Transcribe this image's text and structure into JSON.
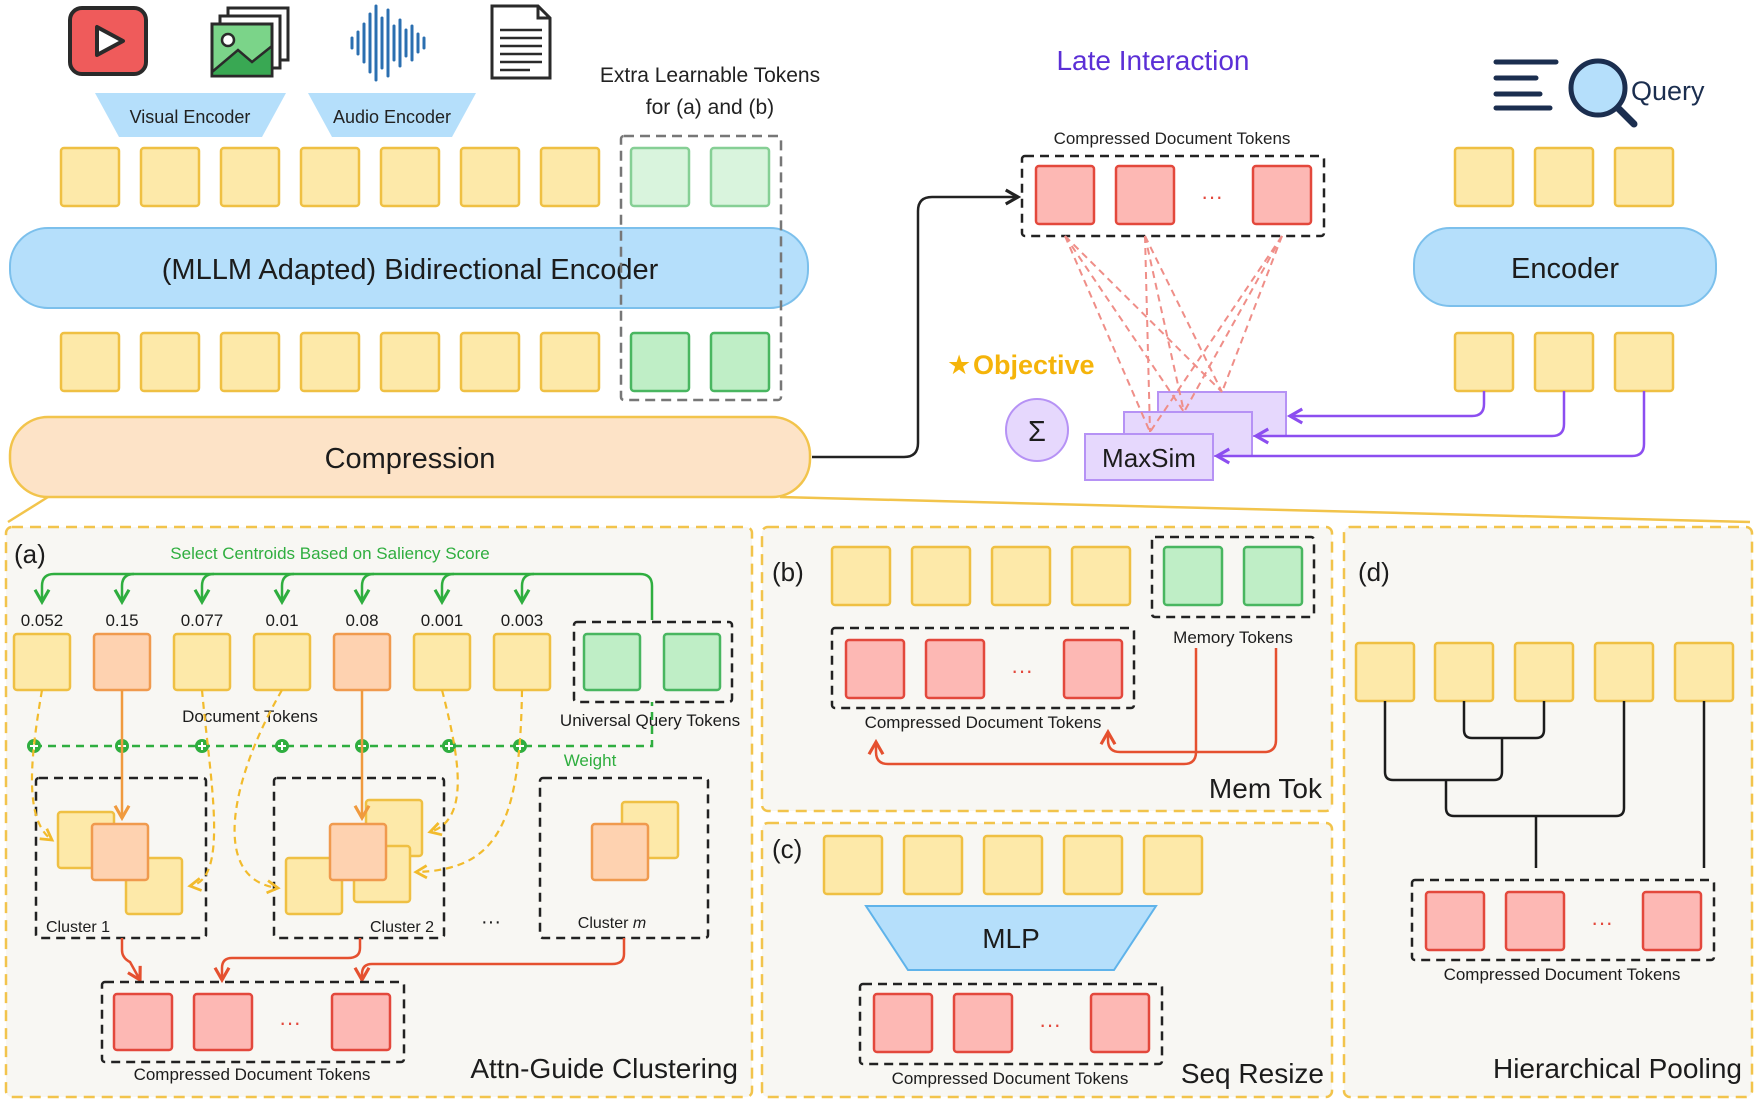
{
  "encoders": {
    "visual": "Visual Encoder",
    "audio": "Audio Encoder"
  },
  "extra_tokens": {
    "line1": "Extra Learnable Tokens",
    "line2": "for (a) and (b)"
  },
  "main_encoder": "(MLLM Adapted) Bidirectional Encoder",
  "compression": "Compression",
  "late_interaction": {
    "title": "Late Interaction",
    "compressed_tokens": "Compressed Document Tokens",
    "ellipsis": "···",
    "objective": "Objective",
    "objective_star": "★",
    "sigma": "Σ",
    "maxsim": "MaxSim"
  },
  "query": {
    "label": "Query",
    "encoder": "Encoder"
  },
  "panel_a": {
    "tag": "(a)",
    "select_label": "Select Centroids Based on Saliency Score",
    "scores": [
      "0.052",
      "0.15",
      "0.077",
      "0.01",
      "0.08",
      "0.001",
      "0.003"
    ],
    "doc_tokens": "Document Tokens",
    "universal_query": "Universal Query Tokens",
    "weight": "Weight",
    "cluster1": "Cluster 1",
    "cluster2": "Cluster 2",
    "cluster_m": "Cluster",
    "cluster_m_var": "m",
    "ellipsis": "···",
    "compressed": "Compressed Document Tokens",
    "title": "Attn-Guide Clustering"
  },
  "panel_b": {
    "tag": "(b)",
    "memory": "Memory Tokens",
    "compressed": "Compressed Document Tokens",
    "ellipsis": "···",
    "title": "Mem Tok"
  },
  "panel_c": {
    "tag": "(c)",
    "mlp": "MLP",
    "compressed": "Compressed Document Tokens",
    "ellipsis": "···",
    "title": "Seq Resize"
  },
  "panel_d": {
    "tag": "(d)",
    "compressed": "Compressed Document Tokens",
    "ellipsis": "···",
    "title": "Hierarchical Pooling"
  },
  "colors": {
    "doc_token": "#fde9a9",
    "learnable_token": "#bfeec6",
    "compressed_token": "#fdb8b4",
    "centroid_token": "#fed2b0",
    "encoder": "#b5dffb",
    "compression": "#fde3c7",
    "late_interaction": "#5b2fd6",
    "objective": "#f5b40a",
    "green_arrow": "#2fae3f",
    "purple_arrow": "#8c4ef0",
    "red_arrow": "#e5502f"
  }
}
